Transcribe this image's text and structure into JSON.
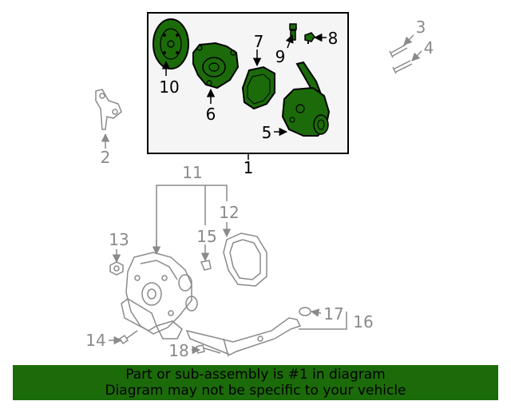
{
  "callouts": {
    "c1": "1",
    "c2": "2",
    "c3": "3",
    "c4": "4",
    "c5": "5",
    "c6": "6",
    "c7": "7",
    "c8": "8",
    "c9": "9",
    "c10": "10",
    "c11": "11",
    "c12": "12",
    "c13": "13",
    "c14": "14",
    "c15": "15",
    "c16": "16",
    "c17": "17",
    "c18": "18"
  },
  "banner": {
    "line1": "Part or sub-assembly is #1 in diagram",
    "line2": "Diagram may not be specific to your vehicle"
  },
  "colors": {
    "highlight_part": "#1c6b0a",
    "banner_background": "#1c6b0a",
    "inset_background": "#f5f5f5",
    "context_part_lines": "#8a8a8a"
  }
}
